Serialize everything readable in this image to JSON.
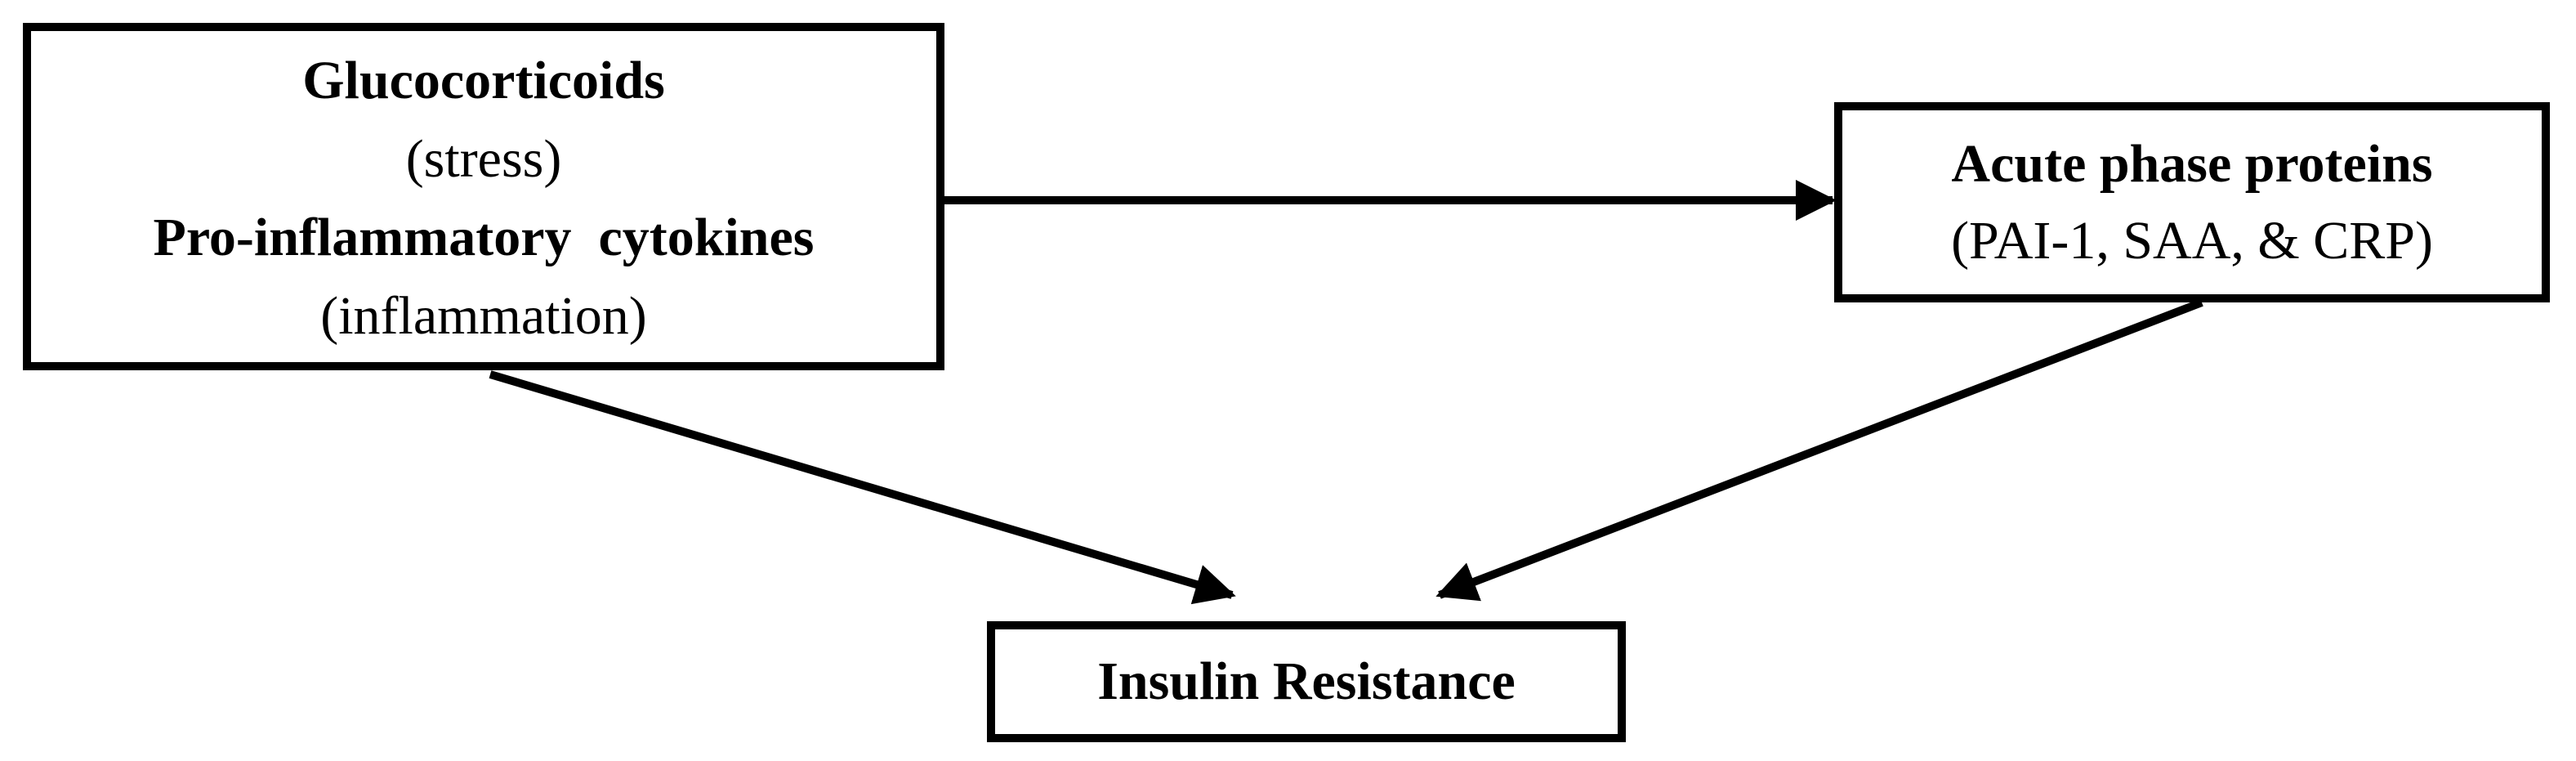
{
  "diagram": {
    "causes_box": {
      "line1": "Glucocorticoids",
      "line2": "(stress)",
      "line3": "Pro-inflammatory  cytokines",
      "line4": "(inflammation)"
    },
    "acute_box": {
      "line1": "Acute phase proteins",
      "line2": "(PAI-1, SAA, & CRP)"
    },
    "insulin_box": {
      "label": "Insulin Resistance"
    },
    "edges": [
      {
        "from": "causes_box",
        "to": "acute_box"
      },
      {
        "from": "causes_box",
        "to": "insulin_box"
      },
      {
        "from": "acute_box",
        "to": "insulin_box"
      }
    ],
    "colors": {
      "stroke": "#000000",
      "background": "#ffffff"
    }
  }
}
